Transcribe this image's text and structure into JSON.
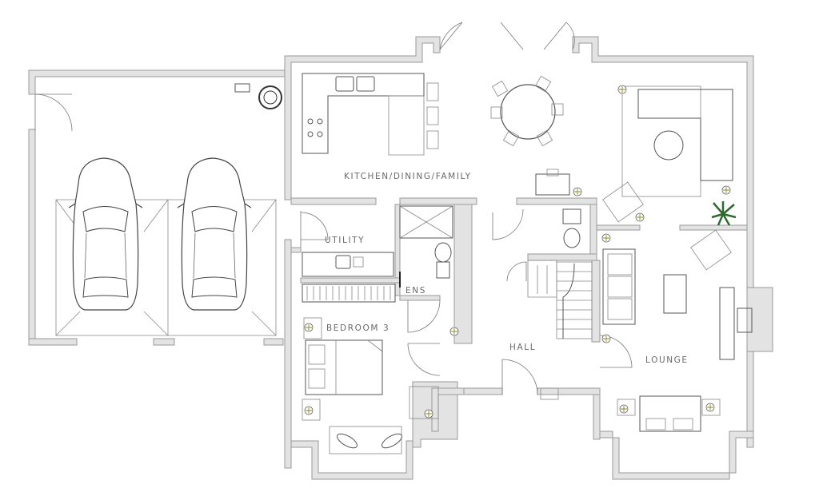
{
  "rooms": {
    "kitchen": "KITCHEN/DINING/FAMILY",
    "utility": "UTILITY",
    "ensuite": "ENS",
    "bedroom": "BEDROOM 3",
    "hall": "HALL",
    "lounge": "LOUNGE"
  },
  "colors": {
    "wall_fill": "#e3e3e3",
    "wall_edge": "#9a9a9a",
    "label_text": "#6a6a6a",
    "light_mark": "#8a8a1e",
    "plant": "#2e6a2e"
  }
}
